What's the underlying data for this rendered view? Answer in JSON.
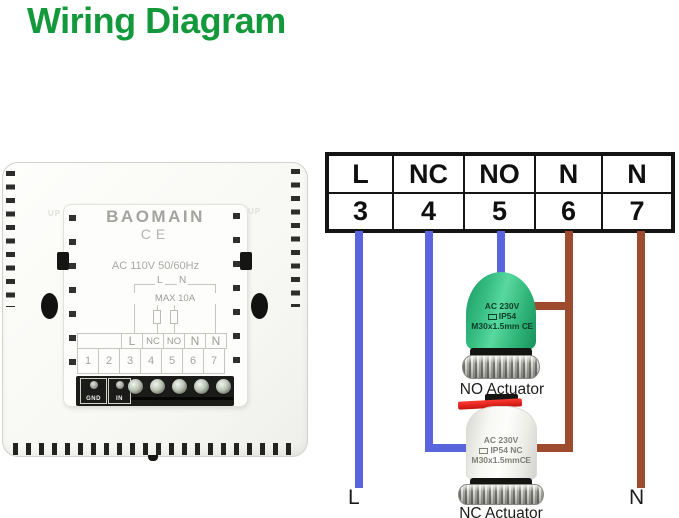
{
  "title": "Wiring Diagram",
  "colors": {
    "title_green": "#13993b",
    "wire_blue": "#5a64dc",
    "wire_brown": "#9d4a2e",
    "actuator_green": "#35bd82",
    "actuator_white": "#f4f4f2",
    "clip_red": "#e82a22"
  },
  "thermostat": {
    "brand": "BAOMAIN",
    "ce_mark": "CE",
    "power_rating": "AC 110V 50/60Hz",
    "up_marking": "UP",
    "schematic": {
      "line_label": "L",
      "neutral_label": "N",
      "max_current": "MAX 10A"
    },
    "terminal_labels": [
      "L",
      "NC",
      "NO",
      "N",
      "N"
    ],
    "terminal_numbers": [
      "1",
      "2",
      "3",
      "4",
      "5",
      "6",
      "7"
    ],
    "ground_label": "GND",
    "input_label": "IN"
  },
  "terminal_table": {
    "headers": [
      "L",
      "NC",
      "NO",
      "N",
      "N"
    ],
    "numbers": [
      "3",
      "4",
      "5",
      "6",
      "7"
    ]
  },
  "actuators": {
    "no": {
      "label": "NO Actuator",
      "voltage": "AC 230V",
      "ip_rating": "IP54",
      "thread": "M30x1.5mm",
      "ce": "CE"
    },
    "nc": {
      "label": "NC Actuator",
      "voltage": "AC 230V",
      "ip_rating": "IP54 NC",
      "thread": "M30x1.5mm",
      "ce": "CE"
    }
  },
  "bottom_labels": {
    "live": "L",
    "neutral": "N"
  },
  "wires": [
    {
      "terminal": "3",
      "terminal_label": "L",
      "color": "blue",
      "connects_to": "L supply line at bottom"
    },
    {
      "terminal": "4",
      "terminal_label": "NC",
      "color": "blue",
      "connects_to": "NC Actuator left side"
    },
    {
      "terminal": "5",
      "terminal_label": "NO",
      "color": "blue",
      "connects_to": "NO Actuator top"
    },
    {
      "terminal": "6",
      "terminal_label": "N",
      "color": "brown",
      "connects_to": "NO Actuator right side and NC Actuator right side"
    },
    {
      "terminal": "7",
      "terminal_label": "N",
      "color": "brown",
      "connects_to": "N supply line at bottom"
    }
  ]
}
